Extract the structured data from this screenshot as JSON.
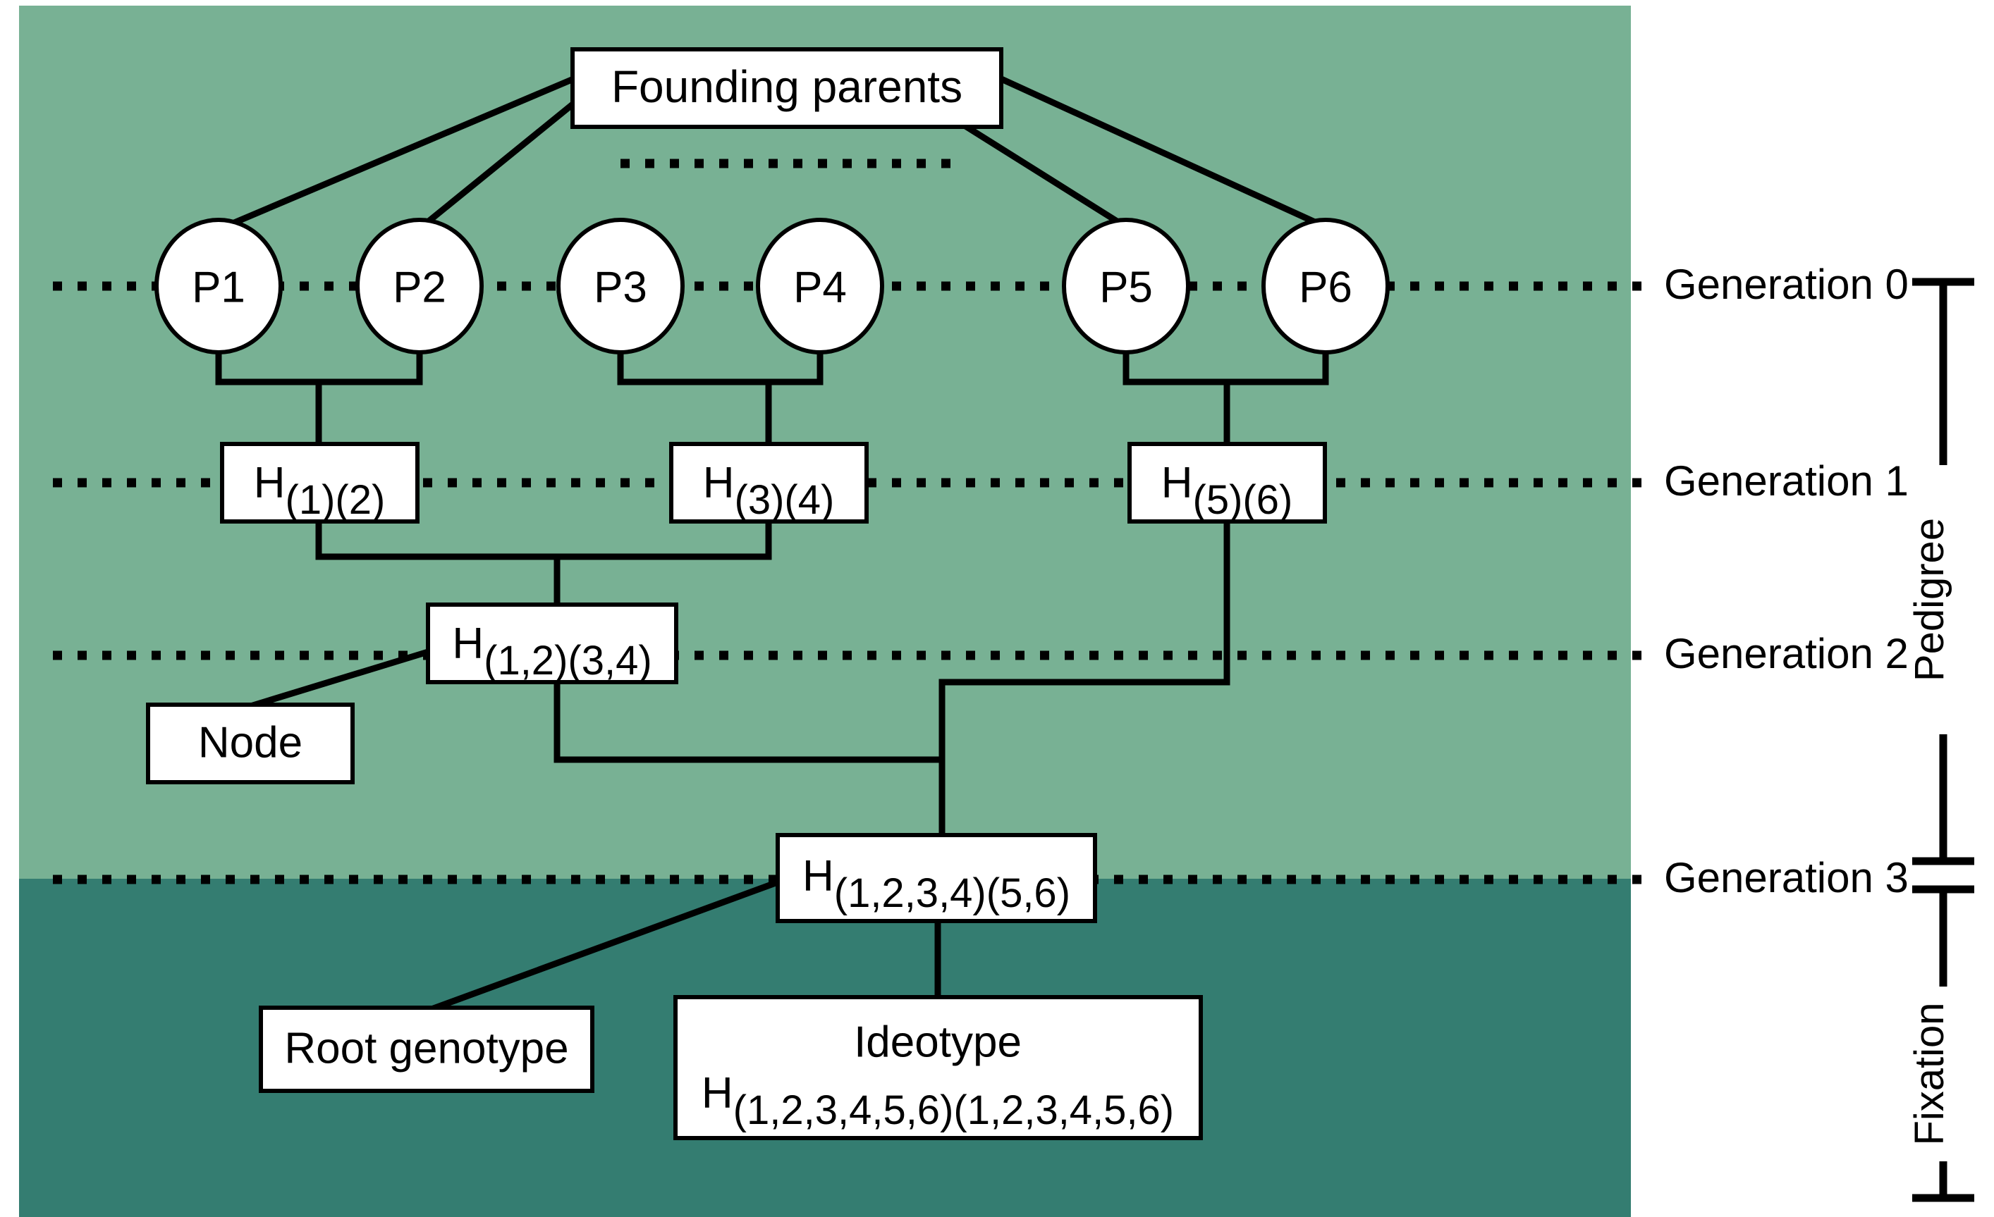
{
  "figure": {
    "type": "pedigree-breeding-diagram",
    "title_box": "Founding parents",
    "background": {
      "pedigree_zone_color": "#78b194",
      "fixation_zone_color": "#347d71",
      "outside_color": "#ffffff"
    }
  },
  "founding": {
    "label": "Founding parents"
  },
  "parents": [
    {
      "id": "P1",
      "label": "P1"
    },
    {
      "id": "P2",
      "label": "P2"
    },
    {
      "id": "P3",
      "label": "P3"
    },
    {
      "id": "P4",
      "label": "P4"
    },
    {
      "id": "P5",
      "label": "P5"
    },
    {
      "id": "P6",
      "label": "P6"
    }
  ],
  "generation1": [
    {
      "id": "H12",
      "base": "H",
      "sub": "(1)(2)"
    },
    {
      "id": "H34",
      "base": "H",
      "sub": "(3)(4)"
    },
    {
      "id": "H56",
      "base": "H",
      "sub": "(5)(6)"
    }
  ],
  "generation2": [
    {
      "id": "H1234",
      "base": "H",
      "sub": "(1,2)(3,4)"
    }
  ],
  "generation3": [
    {
      "id": "H123456",
      "base": "H",
      "sub": "(1,2,3,4)(5,6)"
    }
  ],
  "annotations": {
    "node": "Node",
    "root_genotype": "Root genotype"
  },
  "ideotype": {
    "title": "Ideotype",
    "base": "H",
    "sub": "(1,2,3,4,5,6)(1,2,3,4,5,6)"
  },
  "generation_labels": [
    {
      "id": "g0",
      "label": "Generation 0"
    },
    {
      "id": "g1",
      "label": "Generation 1"
    },
    {
      "id": "g2",
      "label": "Generation 2"
    },
    {
      "id": "g3",
      "label": "Generation 3"
    }
  ],
  "phases": [
    {
      "id": "pedigree",
      "label": "Pedigree"
    },
    {
      "id": "fixation",
      "label": "Fixation"
    }
  ]
}
